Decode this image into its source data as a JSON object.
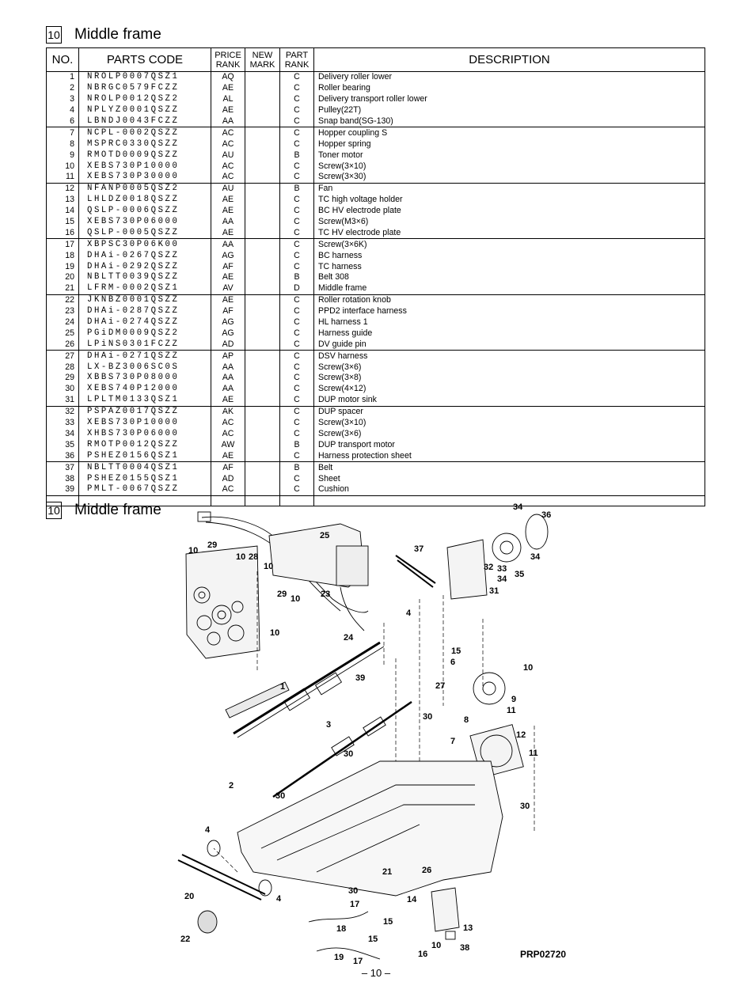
{
  "section": {
    "number": "10",
    "title": "Middle frame"
  },
  "table": {
    "headers": {
      "no": "NO.",
      "parts_code": "PARTS CODE",
      "price_rank": [
        "PRICE",
        "RANK"
      ],
      "new_mark": [
        "NEW",
        "MARK"
      ],
      "part_rank": [
        "PART",
        "RANK"
      ],
      "description": "DESCRIPTION"
    },
    "rows": [
      {
        "no": "1",
        "code": "NROLP0007QSZ1",
        "price": "AQ",
        "new": "",
        "part": "C",
        "desc": "Delivery roller lower"
      },
      {
        "no": "2",
        "code": "NBRGC0579FCZZ",
        "price": "AE",
        "new": "",
        "part": "C",
        "desc": "Roller bearing"
      },
      {
        "no": "3",
        "code": "NROLP0012QSZ2",
        "price": "AL",
        "new": "",
        "part": "C",
        "desc": "Delivery transport roller lower"
      },
      {
        "no": "4",
        "code": "NPLYZ0001QSZZ",
        "price": "AE",
        "new": "",
        "part": "C",
        "desc": "Pulley(22T)"
      },
      {
        "no": "6",
        "code": "LBNDJ0043FCZZ",
        "price": "AA",
        "new": "",
        "part": "C",
        "desc": "Snap band(SG-130)"
      },
      {
        "no": "7",
        "code": "NCPL-0002QSZZ",
        "price": "AC",
        "new": "",
        "part": "C",
        "desc": "Hopper coupling S"
      },
      {
        "no": "8",
        "code": "MSPRC0330QSZZ",
        "price": "AC",
        "new": "",
        "part": "C",
        "desc": "Hopper spring"
      },
      {
        "no": "9",
        "code": "RMOTD0009QSZZ",
        "price": "AU",
        "new": "",
        "part": "B",
        "desc": "Toner motor"
      },
      {
        "no": "10",
        "code": "XEBS730P10000",
        "price": "AC",
        "new": "",
        "part": "C",
        "desc": "Screw(3×10)"
      },
      {
        "no": "11",
        "code": "XEBS730P30000",
        "price": "AC",
        "new": "",
        "part": "C",
        "desc": "Screw(3×30)"
      },
      {
        "no": "12",
        "code": "NFANP0005QSZ2",
        "price": "AU",
        "new": "",
        "part": "B",
        "desc": "Fan"
      },
      {
        "no": "13",
        "code": "LHLDZ0018QSZZ",
        "price": "AE",
        "new": "",
        "part": "C",
        "desc": "TC high voltage holder"
      },
      {
        "no": "14",
        "code": "QSLP-0006QSZZ",
        "price": "AE",
        "new": "",
        "part": "C",
        "desc": "BC HV electrode plate"
      },
      {
        "no": "15",
        "code": "XEBS730P06000",
        "price": "AA",
        "new": "",
        "part": "C",
        "desc": "Screw(M3×6)"
      },
      {
        "no": "16",
        "code": "QSLP-0005QSZZ",
        "price": "AE",
        "new": "",
        "part": "C",
        "desc": "TC HV electrode plate"
      },
      {
        "no": "17",
        "code": "XBPSC30P06K00",
        "price": "AA",
        "new": "",
        "part": "C",
        "desc": "Screw(3×6K)"
      },
      {
        "no": "18",
        "code": "DHAi-0267QSZZ",
        "price": "AG",
        "new": "",
        "part": "C",
        "desc": "BC harness"
      },
      {
        "no": "19",
        "code": "DHAi-0292QSZZ",
        "price": "AF",
        "new": "",
        "part": "C",
        "desc": "TC harness"
      },
      {
        "no": "20",
        "code": "NBLTT0039QSZZ",
        "price": "AE",
        "new": "",
        "part": "B",
        "desc": "Belt 308"
      },
      {
        "no": "21",
        "code": "LFRM-0002QSZ1",
        "price": "AV",
        "new": "",
        "part": "D",
        "desc": "Middle frame"
      },
      {
        "no": "22",
        "code": "JKNBZ0001QSZZ",
        "price": "AE",
        "new": "",
        "part": "C",
        "desc": "Roller rotation knob"
      },
      {
        "no": "23",
        "code": "DHAi-0287QSZZ",
        "price": "AF",
        "new": "",
        "part": "C",
        "desc": "PPD2 interface harness"
      },
      {
        "no": "24",
        "code": "DHAi-0274QSZZ",
        "price": "AG",
        "new": "",
        "part": "C",
        "desc": "HL harness 1"
      },
      {
        "no": "25",
        "code": "PGiDM0009QSZ2",
        "price": "AG",
        "new": "",
        "part": "C",
        "desc": "Harness guide"
      },
      {
        "no": "26",
        "code": "LPiNS0301FCZZ",
        "price": "AD",
        "new": "",
        "part": "C",
        "desc": "DV guide pin"
      },
      {
        "no": "27",
        "code": "DHAi-0271QSZZ",
        "price": "AP",
        "new": "",
        "part": "C",
        "desc": "DSV harness"
      },
      {
        "no": "28",
        "code": "LX-BZ3006SC0S",
        "price": "AA",
        "new": "",
        "part": "C",
        "desc": "Screw(3×6)"
      },
      {
        "no": "29",
        "code": "XBBS730P08000",
        "price": "AA",
        "new": "",
        "part": "C",
        "desc": "Screw(3×8)"
      },
      {
        "no": "30",
        "code": "XEBS740P12000",
        "price": "AA",
        "new": "",
        "part": "C",
        "desc": "Screw(4×12)"
      },
      {
        "no": "31",
        "code": "LPLTM0133QSZ1",
        "price": "AE",
        "new": "",
        "part": "C",
        "desc": "DUP motor sink"
      },
      {
        "no": "32",
        "code": "PSPAZ0017QSZZ",
        "price": "AK",
        "new": "",
        "part": "C",
        "desc": "DUP spacer"
      },
      {
        "no": "33",
        "code": "XEBS730P10000",
        "price": "AC",
        "new": "",
        "part": "C",
        "desc": "Screw(3×10)"
      },
      {
        "no": "34",
        "code": "XHBS730P06000",
        "price": "AC",
        "new": "",
        "part": "C",
        "desc": "Screw(3×6)"
      },
      {
        "no": "35",
        "code": "RMOTP0012QSZZ",
        "price": "AW",
        "new": "",
        "part": "B",
        "desc": "DUP transport motor"
      },
      {
        "no": "36",
        "code": "PSHEZ0156QSZ1",
        "price": "AE",
        "new": "",
        "part": "C",
        "desc": "Harness protection sheet"
      },
      {
        "no": "37",
        "code": "NBLTT0004QSZ1",
        "price": "AF",
        "new": "",
        "part": "B",
        "desc": "Belt"
      },
      {
        "no": "38",
        "code": "PSHEZ0155QSZ1",
        "price": "AD",
        "new": "",
        "part": "C",
        "desc": "Sheet"
      },
      {
        "no": "39",
        "code": "PMLT-0067QSZZ",
        "price": "AC",
        "new": "",
        "part": "C",
        "desc": "Cushion"
      }
    ]
  },
  "diagram": {
    "callouts": [
      "34",
      "36",
      "25",
      "37",
      "10",
      "29",
      "28",
      "10",
      "10",
      "29",
      "10",
      "23",
      "34",
      "32",
      "33",
      "35",
      "34",
      "31",
      "4",
      "24",
      "10",
      "15",
      "6",
      "10",
      "1",
      "39",
      "27",
      "9",
      "30",
      "11",
      "8",
      "3",
      "12",
      "7",
      "30",
      "11",
      "2",
      "30",
      "4",
      "30",
      "21",
      "26",
      "20",
      "4",
      "30",
      "17",
      "14",
      "22",
      "18",
      "15",
      "13",
      "15",
      "10",
      "16",
      "38",
      "19",
      "17"
    ],
    "figure_code": "PRP02720"
  },
  "page_number": "– 10 –"
}
